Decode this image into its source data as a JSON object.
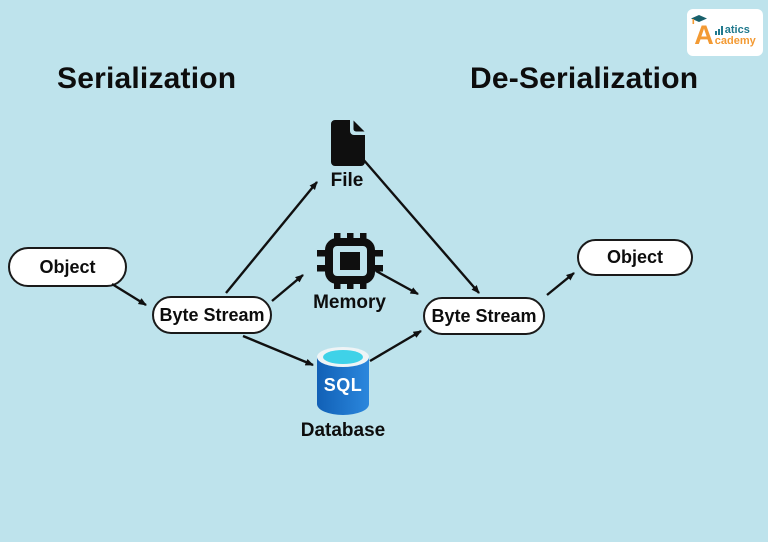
{
  "page": {
    "background": "#bee3ec"
  },
  "logo": {
    "letter": "A",
    "top_word": "atics",
    "bottom_word": "cademy",
    "icon": "bar-chart-icon",
    "colors": {
      "orange": "#f39a33",
      "teal": "#20798d",
      "box": "#ffffff"
    }
  },
  "headings": {
    "left": "Serialization",
    "right": "De-Serialization"
  },
  "nodes": {
    "object_left": {
      "label": "Object"
    },
    "byte_stream_left": {
      "label": "Byte Stream"
    },
    "byte_stream_right": {
      "label": "Byte Stream"
    },
    "object_right": {
      "label": "Object"
    }
  },
  "targets": {
    "file": {
      "label": "File",
      "icon": "file-icon"
    },
    "memory": {
      "label": "Memory",
      "icon": "memory-chip-icon"
    },
    "database": {
      "label": "Database",
      "icon": "sql-database-icon",
      "sql_text": "SQL"
    }
  },
  "edges": [
    {
      "from": "object-left",
      "to": "byte-stream-left"
    },
    {
      "from": "byte-stream-left",
      "to": "file"
    },
    {
      "from": "byte-stream-left",
      "to": "memory"
    },
    {
      "from": "byte-stream-left",
      "to": "database"
    },
    {
      "from": "file",
      "to": "byte-stream-right"
    },
    {
      "from": "memory",
      "to": "byte-stream-right"
    },
    {
      "from": "database",
      "to": "byte-stream-right"
    },
    {
      "from": "byte-stream-right",
      "to": "object-right"
    }
  ],
  "colors": {
    "arrow": "#101010",
    "node_border": "#1a1a1a",
    "node_fill": "#ffffff",
    "db_blue_light": "#2b87dd",
    "db_blue_dark": "#1160b6",
    "db_cyan": "#3fd2e8",
    "db_rim": "#eef4f6",
    "icon_black": "#0f0f0f"
  }
}
